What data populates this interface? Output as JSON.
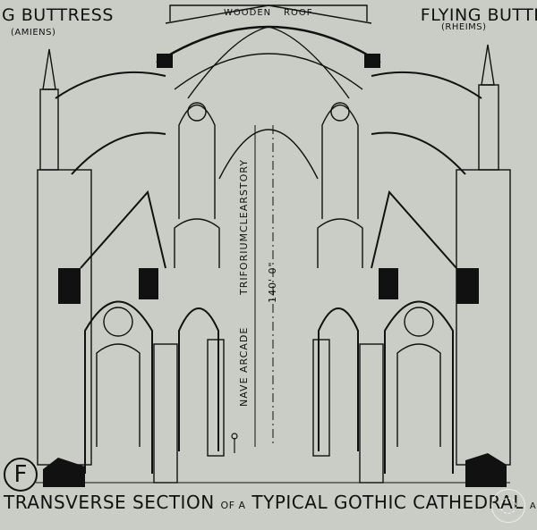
{
  "labels": {
    "left_title": "G BUTTRESS",
    "left_sub": "(AMIENS)",
    "right_title": "FLYING BUTTR",
    "right_sub": "(RHEIMS)",
    "roof_a": "WOODEN",
    "roof_b": "ROOF",
    "nave_arcade": "NAVE ARCADE",
    "triforium": "TRIFORIUM",
    "clearstory": "CLEARSTORY",
    "dimension": "140' 0\""
  },
  "caption": {
    "badge": "F",
    "part1": "TRANSVERSE SECTION",
    "part2": "OF A",
    "part3": "TYPICAL GOTHIC CATHEDRAL",
    "part4": "AMIEN"
  },
  "colors": {
    "background": "#c9cdc6",
    "ink": "#111111"
  }
}
